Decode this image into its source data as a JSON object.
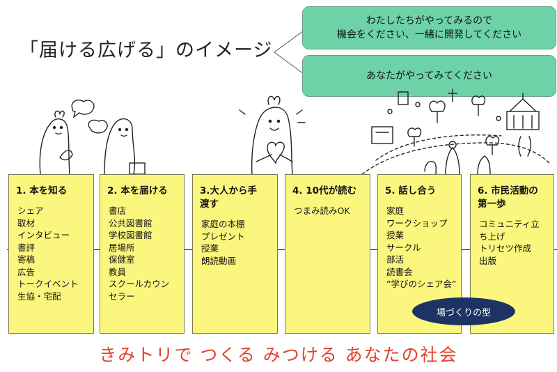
{
  "title": "「届ける広げる」のイメージ",
  "bubbles": {
    "top_line1": "わたしたちがやってみるので",
    "top_line2": "機会をください、一緒に開発してください",
    "bottom": "あなたがやってみてください"
  },
  "cards": [
    {
      "heading": "1. 本を知る",
      "items": [
        "シェア",
        "取材",
        "インタビュー",
        "書評",
        "寄稿",
        "広告",
        "トークイベント",
        "生協・宅配"
      ]
    },
    {
      "heading": "2. 本を届ける",
      "items": [
        "書店",
        "公共図書館",
        "学校図書館",
        "居場所",
        "保健室",
        "教員",
        "スクールカウン",
        "セラー"
      ]
    },
    {
      "heading": "3.大人から手\n渡す",
      "items": [
        "家庭の本棚",
        "プレゼント",
        "授業",
        "朗読動画"
      ]
    },
    {
      "heading": "4. 10代が読む",
      "items": [
        "つまみ読みOK"
      ]
    },
    {
      "heading": "5. 話し合う",
      "items": [
        "家庭",
        "ワークショップ",
        "授業",
        "サークル",
        "部活",
        "読書会",
        "”学びのシェア会”"
      ]
    },
    {
      "heading": "6. 市民活動の\n第一歩",
      "items": [
        "コミュニティ立",
        "ち上げ",
        "トリセツ作成",
        "出版"
      ]
    }
  ],
  "pill_label": "場づくりの型",
  "footer": "きみトリで つくる みつける あなたの社会",
  "colors": {
    "card": "#fbf77e",
    "bubble": "#6dd2a8",
    "pill": "#1d3364",
    "footer": "#e2402c"
  }
}
